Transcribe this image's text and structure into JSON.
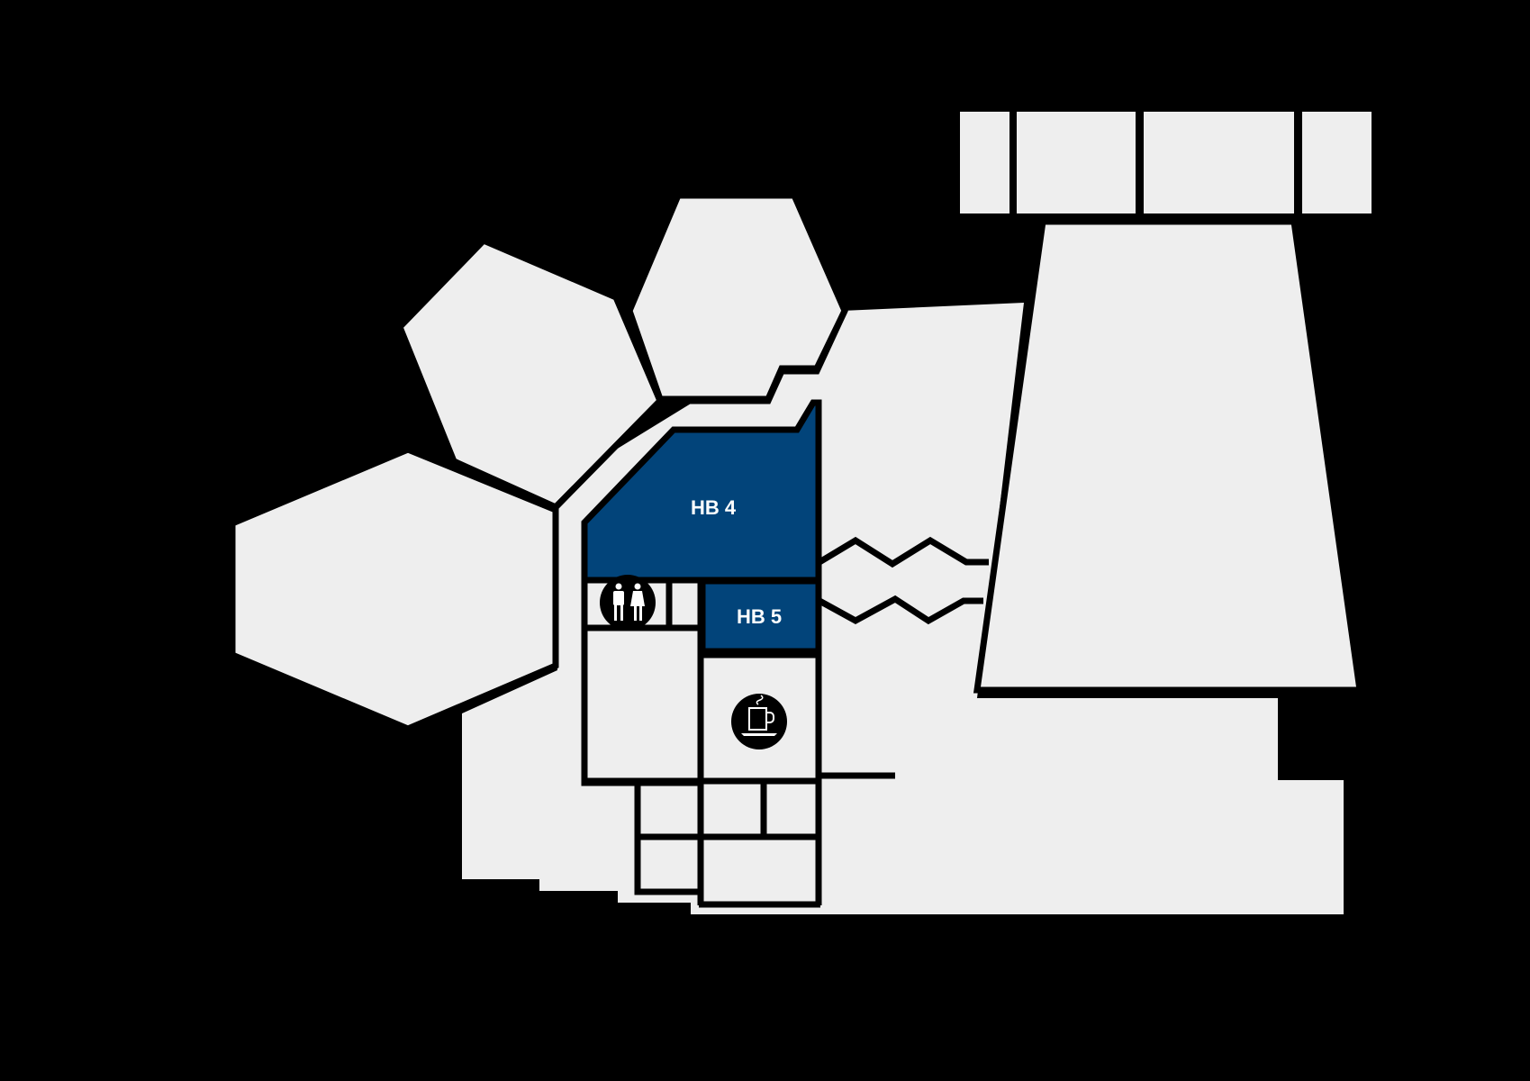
{
  "map": {
    "type": "floor-plan",
    "background": "#000000",
    "room_fill": "#eeeeee",
    "highlight_color": "#02447a",
    "rooms": [
      {
        "id": "hb4",
        "label": "HB 4",
        "highlighted": true
      },
      {
        "id": "hb5",
        "label": "HB 5",
        "highlighted": true
      }
    ],
    "pois": [
      {
        "icon": "restroom-icon",
        "name": "Restrooms"
      },
      {
        "icon": "coffee-icon",
        "name": "Café"
      }
    ]
  }
}
